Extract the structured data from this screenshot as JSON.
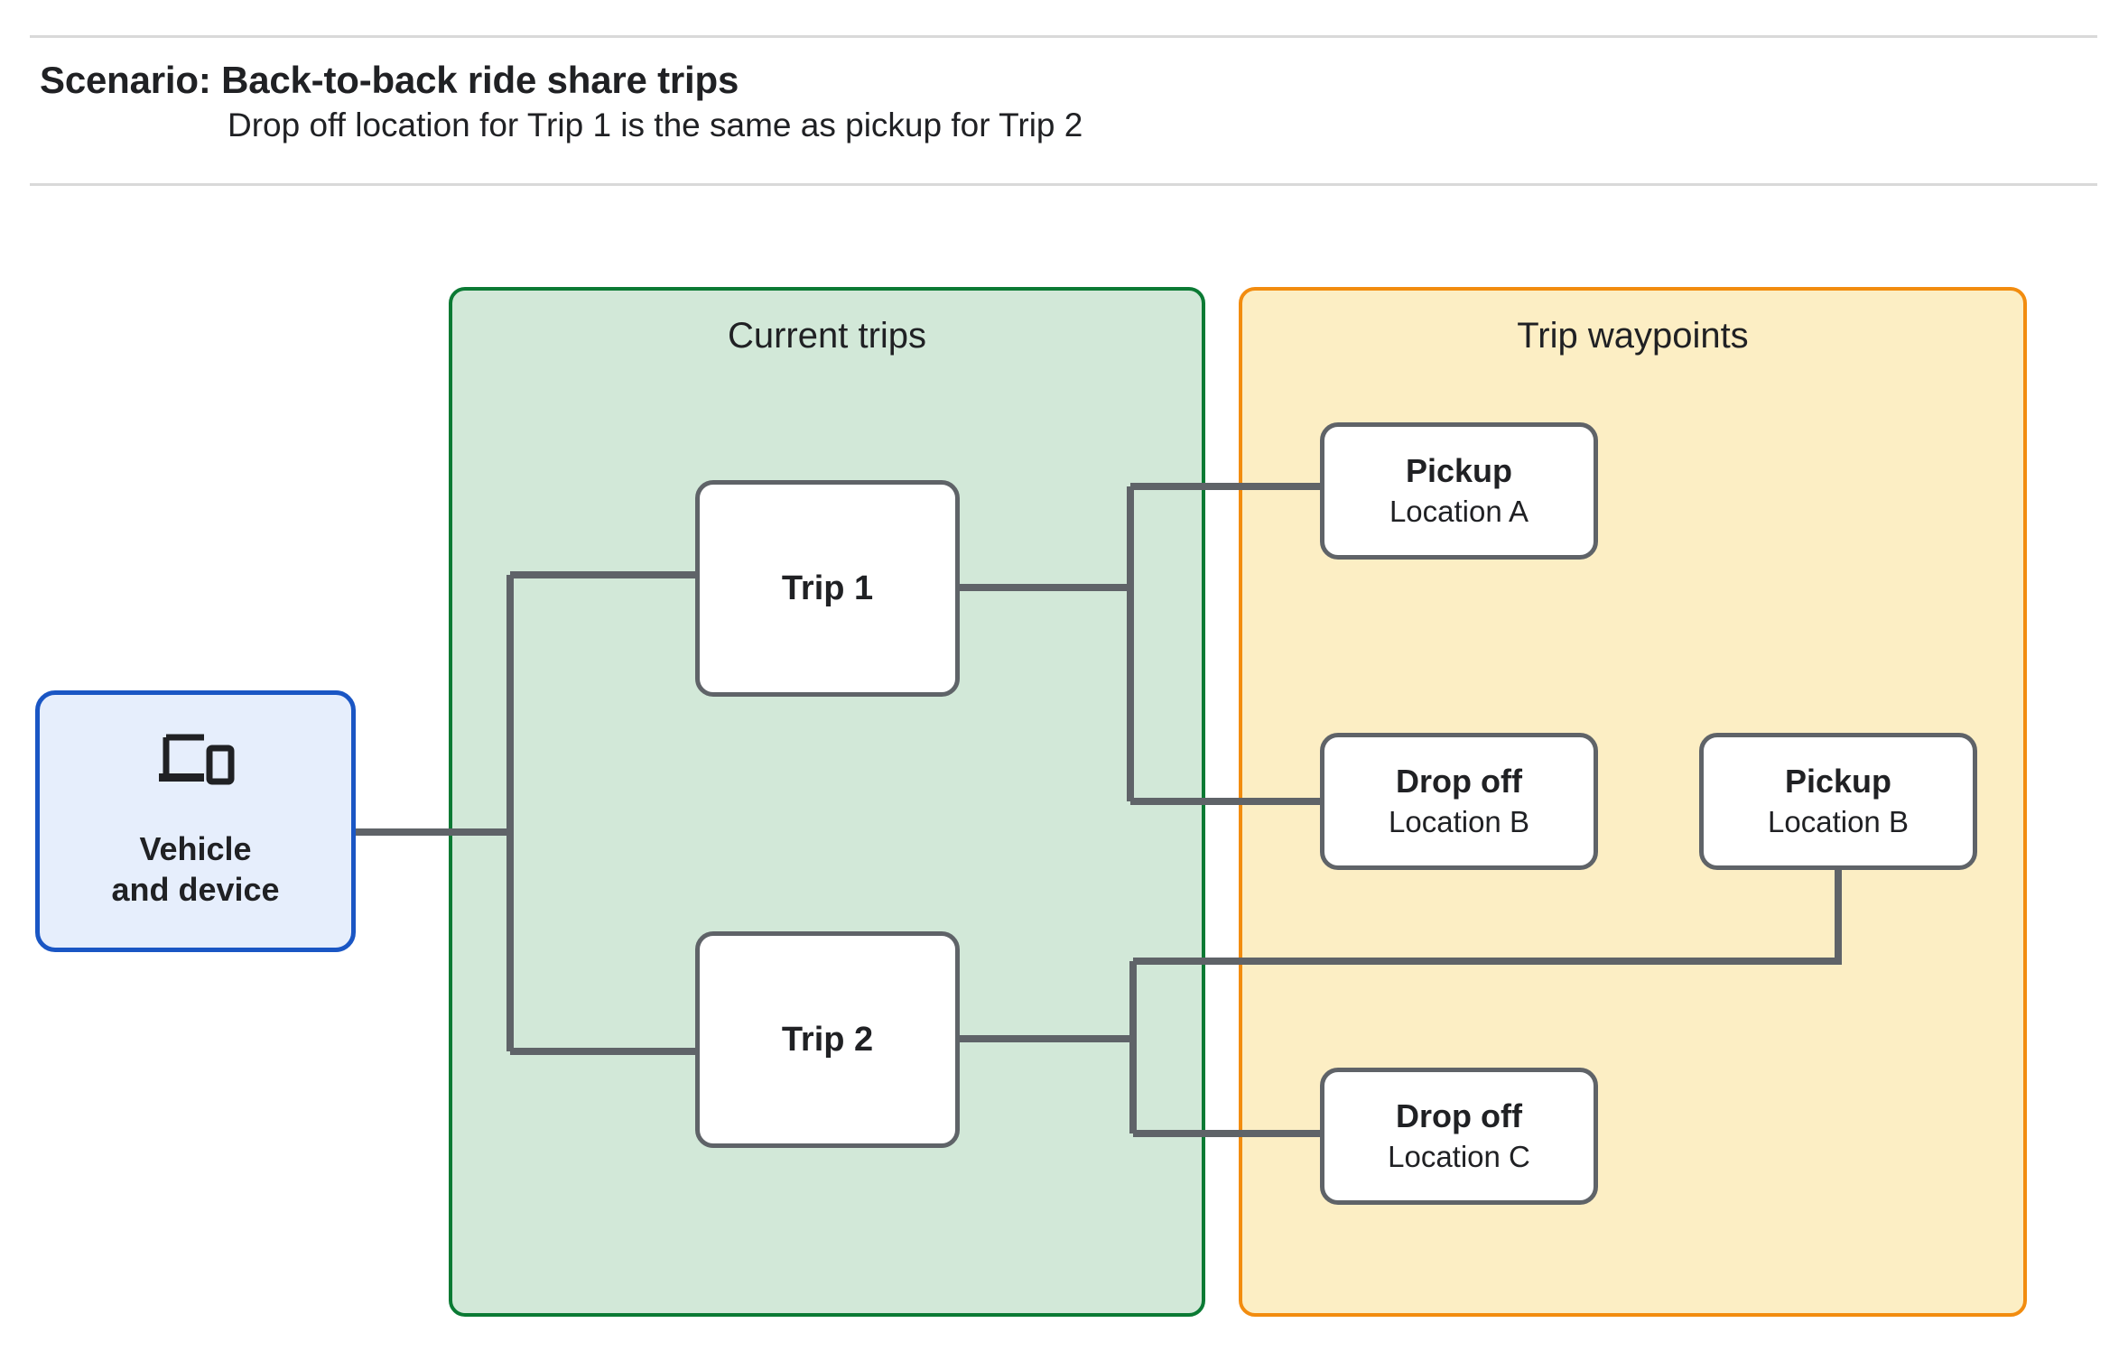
{
  "header": {
    "title": "Scenario: Back-to-back ride share trips",
    "subtitle": "Drop off  location for Trip 1 is the same as pickup for Trip 2",
    "rule_color": "#d9d9d9"
  },
  "diagram": {
    "connector_color": "#5f6368",
    "groups": [
      {
        "id": "current-trips",
        "title": "Current trips",
        "fill": "#d2e8d8",
        "stroke": "#0b7a34"
      },
      {
        "id": "trip-waypoints",
        "title": "Trip waypoints",
        "fill": "#fceec4",
        "stroke": "#f28c0f"
      }
    ],
    "vehicle": {
      "label": "Vehicle\nand device",
      "icon": "devices-icon",
      "fill": "#e6eefc",
      "stroke": "#1a56c4"
    },
    "trips": [
      {
        "id": "trip-1",
        "label": "Trip 1"
      },
      {
        "id": "trip-2",
        "label": "Trip 2"
      }
    ],
    "waypoints": [
      {
        "id": "pickup-a",
        "title": "Pickup",
        "location": "Location A"
      },
      {
        "id": "dropoff-b",
        "title": "Drop off",
        "location": "Location B"
      },
      {
        "id": "pickup-b",
        "title": "Pickup",
        "location": "Location B"
      },
      {
        "id": "dropoff-c",
        "title": "Drop off",
        "location": "Location C"
      }
    ],
    "edges": [
      {
        "from": "vehicle",
        "to": "trip-1"
      },
      {
        "from": "vehicle",
        "to": "trip-2"
      },
      {
        "from": "trip-1",
        "to": "pickup-a"
      },
      {
        "from": "trip-1",
        "to": "dropoff-b"
      },
      {
        "from": "trip-2",
        "to": "pickup-b"
      },
      {
        "from": "trip-2",
        "to": "dropoff-c"
      }
    ]
  }
}
